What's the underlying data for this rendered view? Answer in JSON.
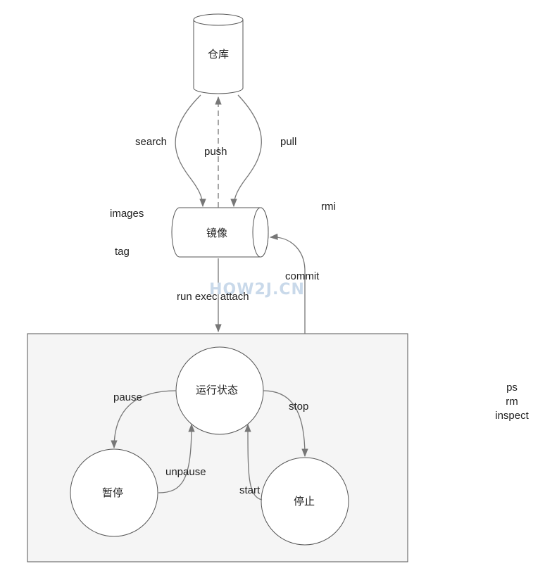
{
  "nodes": {
    "repository": "仓库",
    "image": "镜像",
    "running": "运行状态",
    "paused": "暂停",
    "stopped": "停止"
  },
  "edges": {
    "search": "search",
    "push": "push",
    "pull": "pull",
    "commit": "commit",
    "run_exec_attach": "run exec attach",
    "pause": "pause",
    "unpause": "unpause",
    "stop": "stop",
    "start": "start"
  },
  "commands": {
    "images": "images",
    "tag": "tag",
    "rmi": "rmi",
    "ps": "ps",
    "rm": "rm",
    "inspect": "inspect"
  },
  "watermark": "HOW2J.CN",
  "colors": {
    "node_fill": "#ffffff",
    "node_stroke": "#555555",
    "edge": "#777777",
    "container_fill": "#f5f5f5",
    "watermark": "#c9d9ea"
  }
}
